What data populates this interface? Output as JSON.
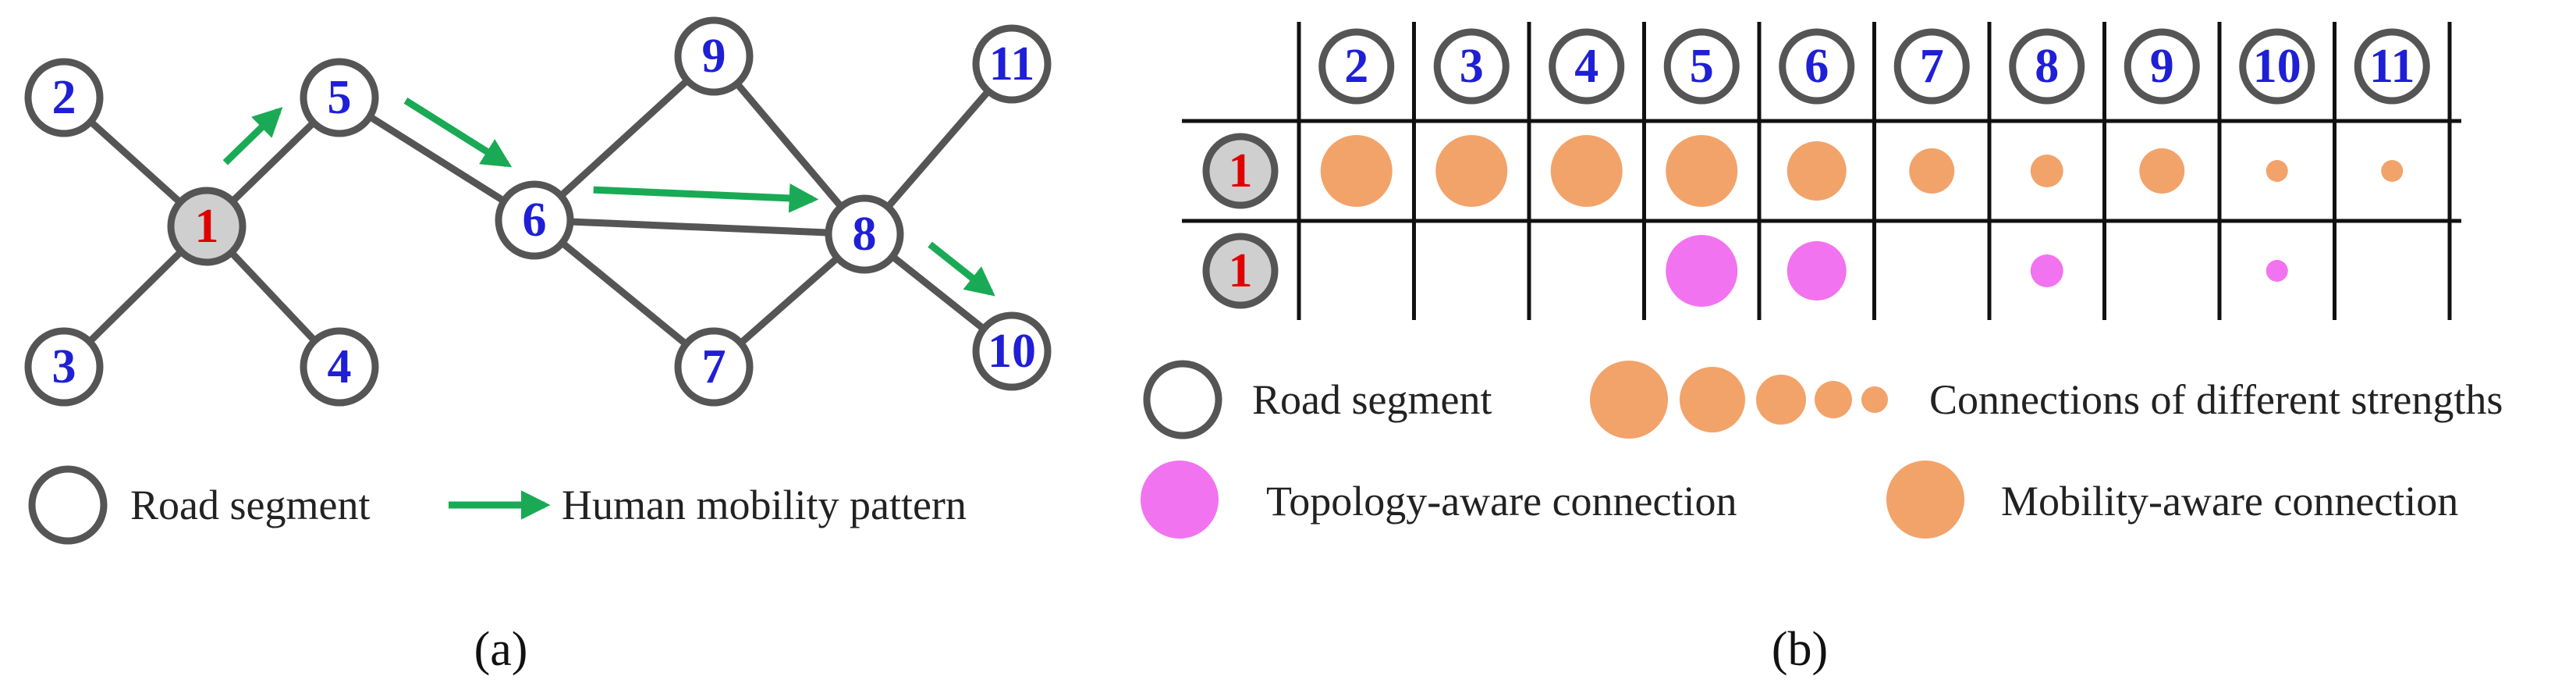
{
  "colors": {
    "node_stroke": "#555555",
    "node_fill": "#ffffff",
    "center_fill": "#cfcfcf",
    "label_blue": "#1f1fd6",
    "label_red": "#e00000",
    "edge": "#555555",
    "mobility_arrow": "#1aaa55",
    "mobility_connection": "#f2a36a",
    "topology_connection": "#f273f0",
    "table_line": "#111111"
  },
  "panel_a": {
    "label": "(a)",
    "nodes": [
      "1",
      "2",
      "3",
      "4",
      "5",
      "6",
      "7",
      "8",
      "9",
      "10",
      "11"
    ],
    "center_node": "1",
    "edges": [
      [
        "1",
        "2"
      ],
      [
        "1",
        "3"
      ],
      [
        "1",
        "4"
      ],
      [
        "1",
        "5"
      ],
      [
        "5",
        "6"
      ],
      [
        "6",
        "9"
      ],
      [
        "6",
        "8"
      ],
      [
        "6",
        "7"
      ],
      [
        "9",
        "8"
      ],
      [
        "7",
        "8"
      ],
      [
        "8",
        "11"
      ],
      [
        "8",
        "10"
      ]
    ],
    "mobility_path": [
      [
        "1",
        "5"
      ],
      [
        "5",
        "6"
      ],
      [
        "6",
        "8"
      ],
      [
        "8",
        "10"
      ]
    ],
    "legend": {
      "road_segment": "Road segment",
      "mobility_pattern": "Human mobility pattern"
    }
  },
  "panel_b": {
    "label": "(b)",
    "column_nodes": [
      "2",
      "3",
      "4",
      "5",
      "6",
      "7",
      "8",
      "9",
      "10",
      "11"
    ],
    "row_nodes": [
      "1",
      "1"
    ],
    "mobility_row": {
      "type": "mobility-aware",
      "strength": [
        5,
        5,
        5,
        5,
        4,
        3,
        2,
        3,
        1,
        1
      ]
    },
    "topology_row": {
      "type": "topology-aware",
      "strength": [
        0,
        0,
        0,
        5,
        4,
        0,
        2,
        0,
        1,
        0
      ]
    },
    "legend": {
      "road_segment": "Road segment",
      "strengths": "Connections of different strengths",
      "topology": "Topology-aware connection",
      "mobility": "Mobility-aware connection"
    }
  }
}
